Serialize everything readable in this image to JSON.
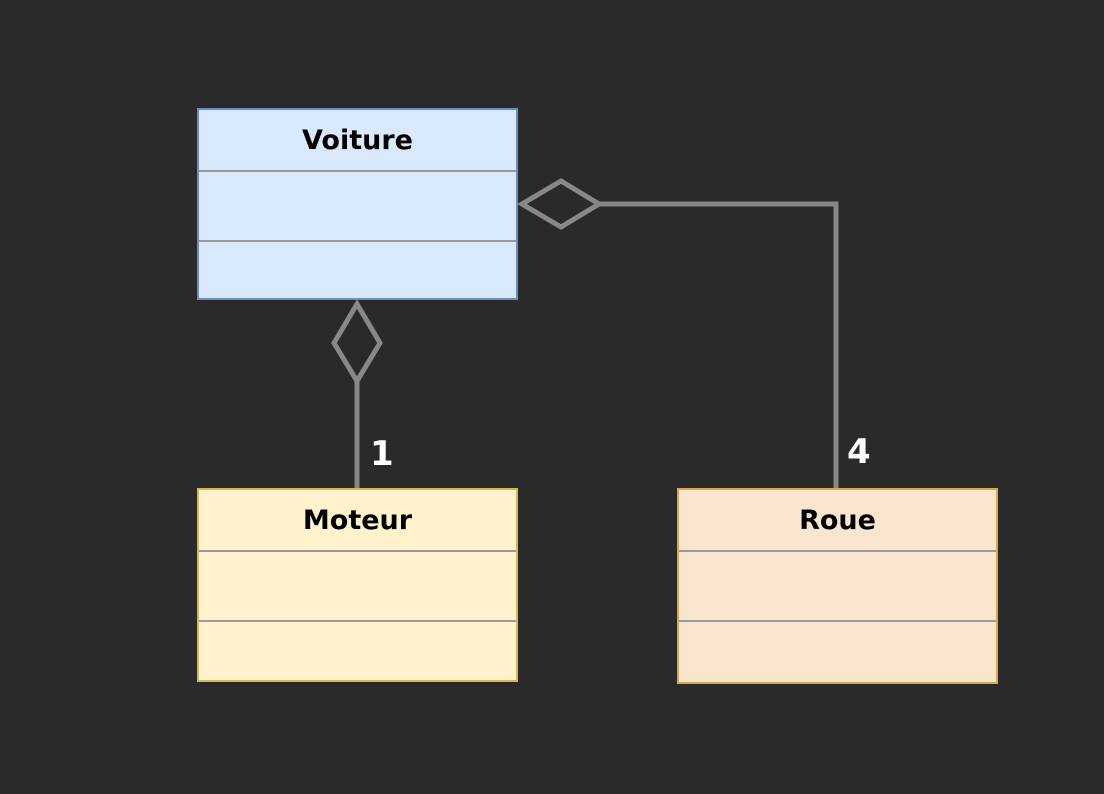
{
  "diagram": {
    "classes": [
      {
        "id": "voiture",
        "name": "Voiture",
        "fill": "#dae8fc",
        "stroke": "#6c8ebf"
      },
      {
        "id": "moteur",
        "name": "Moteur",
        "fill": "#fff2cc",
        "stroke": "#d6b656"
      },
      {
        "id": "roue",
        "name": "Roue",
        "fill": "#fae6cf",
        "stroke": "#d7a84e"
      }
    ],
    "associations": [
      {
        "from": "voiture",
        "to": "moteur",
        "type": "aggregation",
        "multiplicity": "1"
      },
      {
        "from": "voiture",
        "to": "roue",
        "type": "aggregation",
        "multiplicity": "4"
      }
    ],
    "line_color": "#888888",
    "background": "#2a2a2a"
  }
}
